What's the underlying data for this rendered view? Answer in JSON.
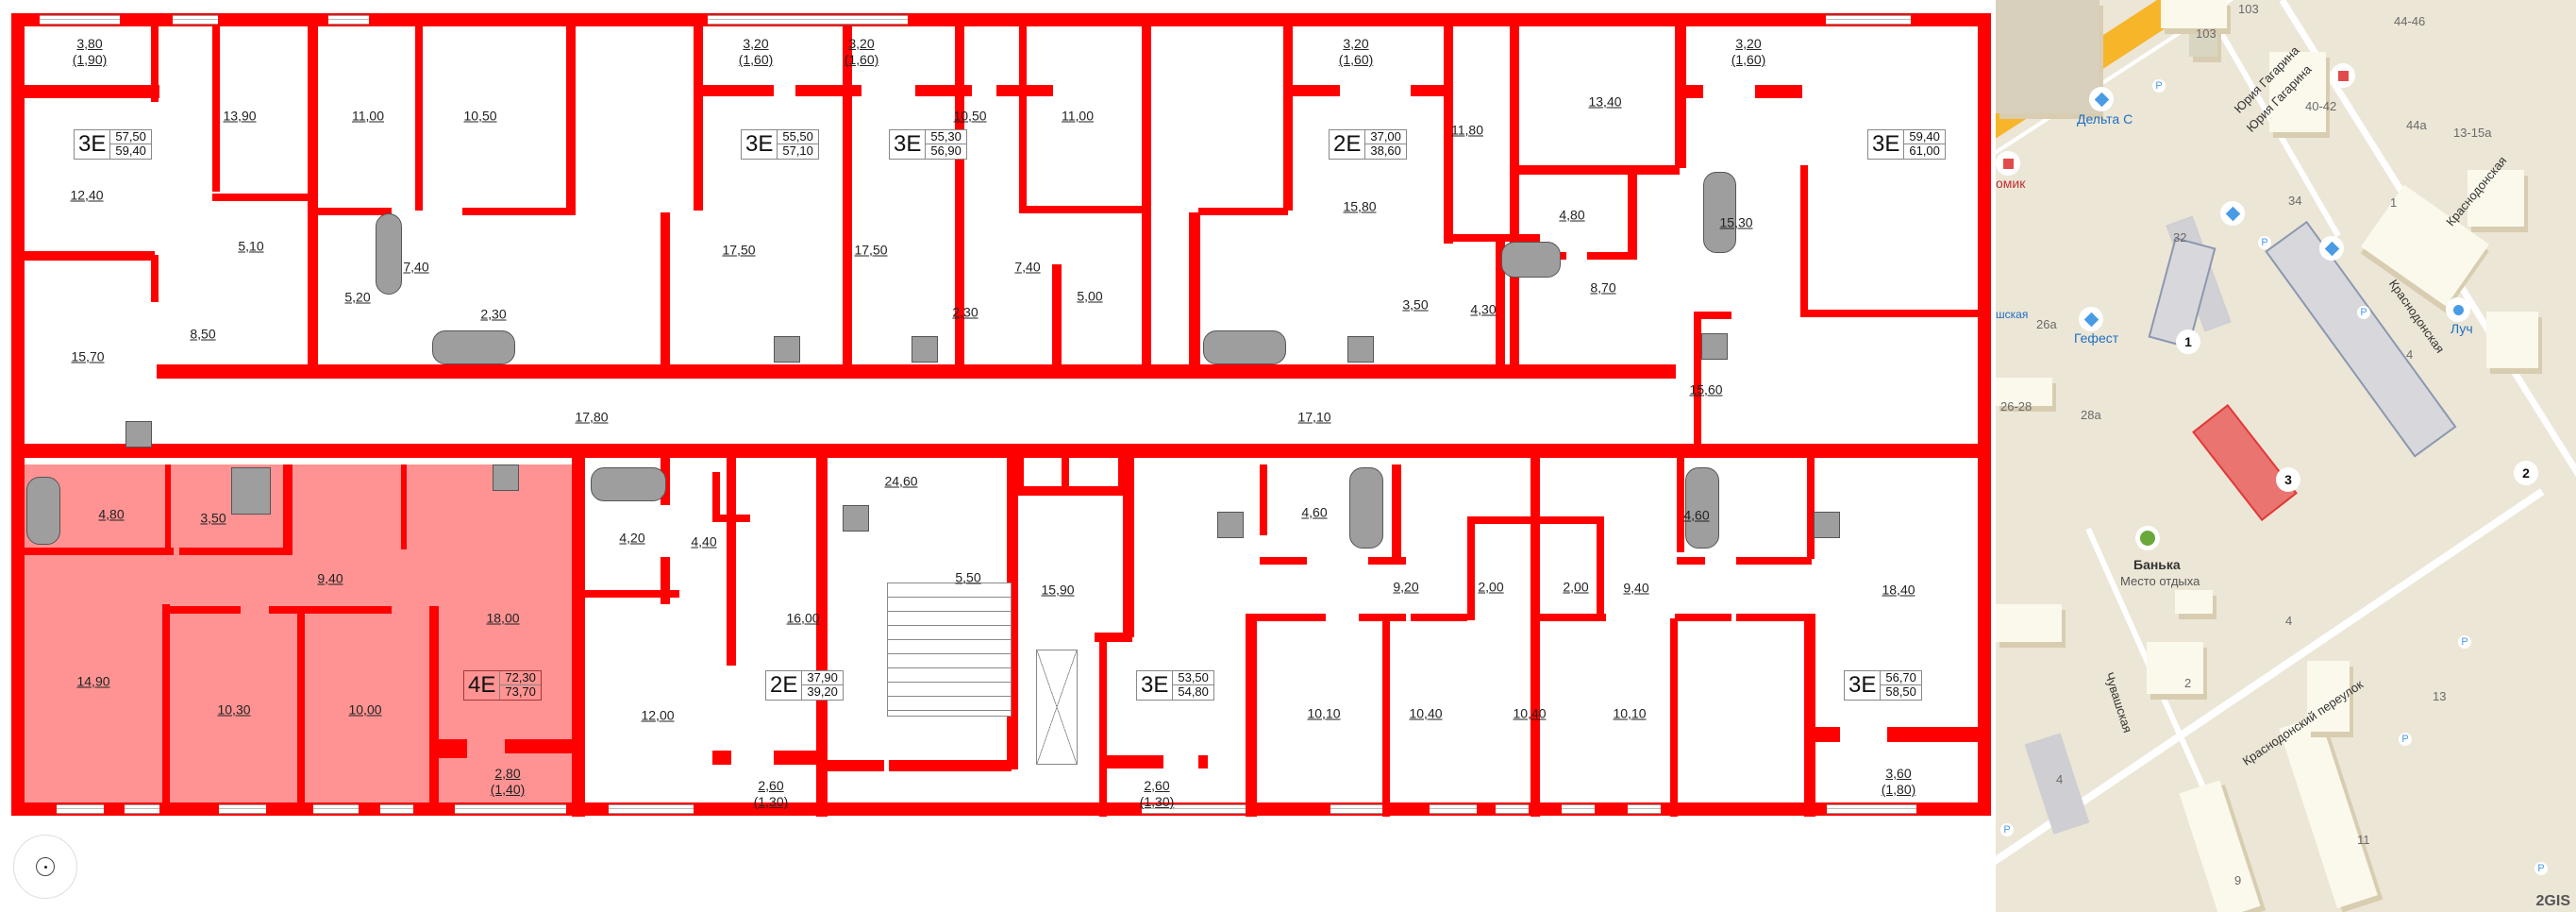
{
  "plan": {
    "apartments": [
      {
        "type": "3E",
        "living": "57,50",
        "total": "59,40",
        "highlighted": false
      },
      {
        "type": "3E",
        "living": "55,50",
        "total": "57,10",
        "highlighted": false
      },
      {
        "type": "3E",
        "living": "55,30",
        "total": "56,90",
        "highlighted": false
      },
      {
        "type": "2E",
        "living": "37,00",
        "total": "38,60",
        "highlighted": false
      },
      {
        "type": "3E",
        "living": "59,40",
        "total": "61,00",
        "highlighted": false
      },
      {
        "type": "4E",
        "living": "72,30",
        "total": "73,70",
        "highlighted": true
      },
      {
        "type": "2E",
        "living": "37,90",
        "total": "39,20",
        "highlighted": false
      },
      {
        "type": "3E",
        "living": "53,50",
        "total": "54,80",
        "highlighted": false
      },
      {
        "type": "3E",
        "living": "56,70",
        "total": "58,50",
        "highlighted": false
      }
    ],
    "rooms": [
      {
        "area": "3,80",
        "sub": "(1,90)"
      },
      {
        "area": "13,90"
      },
      {
        "area": "11,00"
      },
      {
        "area": "10,50"
      },
      {
        "area": "3,20",
        "sub": "(1,60)"
      },
      {
        "area": "3,20",
        "sub": "(1,60)"
      },
      {
        "area": "10,50"
      },
      {
        "area": "11,00"
      },
      {
        "area": "3,20",
        "sub": "(1,60)"
      },
      {
        "area": "11,80"
      },
      {
        "area": "13,40"
      },
      {
        "area": "3,20",
        "sub": "(1,60)"
      },
      {
        "area": "12,40"
      },
      {
        "area": "5,10"
      },
      {
        "area": "5,20"
      },
      {
        "area": "7,40"
      },
      {
        "area": "2,30"
      },
      {
        "area": "17,50"
      },
      {
        "area": "17,50"
      },
      {
        "area": "2,30"
      },
      {
        "area": "7,40"
      },
      {
        "area": "5,00"
      },
      {
        "area": "15,80"
      },
      {
        "area": "3,50"
      },
      {
        "area": "4,30"
      },
      {
        "area": "4,80"
      },
      {
        "area": "8,70"
      },
      {
        "area": "15,30"
      },
      {
        "area": "15,70"
      },
      {
        "area": "8,50"
      },
      {
        "area": "17,80"
      },
      {
        "area": "24,60"
      },
      {
        "area": "17,10"
      },
      {
        "area": "15,60"
      },
      {
        "area": "4,80"
      },
      {
        "area": "3,50"
      },
      {
        "area": "9,40"
      },
      {
        "area": "18,00"
      },
      {
        "area": "14,90"
      },
      {
        "area": "10,30"
      },
      {
        "area": "10,00"
      },
      {
        "area": "2,80",
        "sub": "(1,40)"
      },
      {
        "area": "4,20"
      },
      {
        "area": "4,40"
      },
      {
        "area": "12,00"
      },
      {
        "area": "16,00"
      },
      {
        "area": "2,60",
        "sub": "(1,30)"
      },
      {
        "area": "5,50"
      },
      {
        "area": "15,90"
      },
      {
        "area": "4,60"
      },
      {
        "area": "9,20"
      },
      {
        "area": "2,00"
      },
      {
        "area": "2,00"
      },
      {
        "area": "9,40"
      },
      {
        "area": "4,60"
      },
      {
        "area": "18,40"
      },
      {
        "area": "2,60",
        "sub": "(1,30)"
      },
      {
        "area": "10,10"
      },
      {
        "area": "10,40"
      },
      {
        "area": "10,40"
      },
      {
        "area": "10,10"
      },
      {
        "area": "3,60",
        "sub": "(1,80)"
      }
    ],
    "colors": {
      "wall": "#ff0000",
      "highlight": "#ff5050"
    }
  },
  "map": {
    "streets": [
      "Юрия Гагарина",
      "Юрия Гагарина",
      "Краснодонская",
      "Краснодонская",
      "Краснодонский переулок",
      "Чувашская"
    ],
    "pois": [
      {
        "name": "Дельта С",
        "icon": "shop-diamond-icon"
      },
      {
        "name": "Гефест",
        "icon": "shop-diamond-icon"
      },
      {
        "name": "Луч",
        "icon": "globe-icon"
      },
      {
        "name": "Банька",
        "sub": "Место отдыха",
        "icon": "sauna-icon"
      },
      {
        "name": "омик",
        "icon": "medical-icon"
      },
      {
        "name": "шская",
        "icon": "bus-stop-icon"
      }
    ],
    "house_numbers": [
      "103",
      "103",
      "44-46",
      "40-42",
      "44а",
      "13-15а",
      "34",
      "1",
      "32",
      "26а",
      "26-28",
      "28а",
      "4",
      "2",
      "4",
      "13",
      "11",
      "9",
      "4"
    ],
    "markers": [
      "1",
      "2",
      "3"
    ],
    "attribution": "2GIS",
    "colors": {
      "ground": "#ece6d6",
      "highway": "#f7b52a",
      "selected_building": "#e97470",
      "other_building": "#d8d8dc"
    }
  }
}
